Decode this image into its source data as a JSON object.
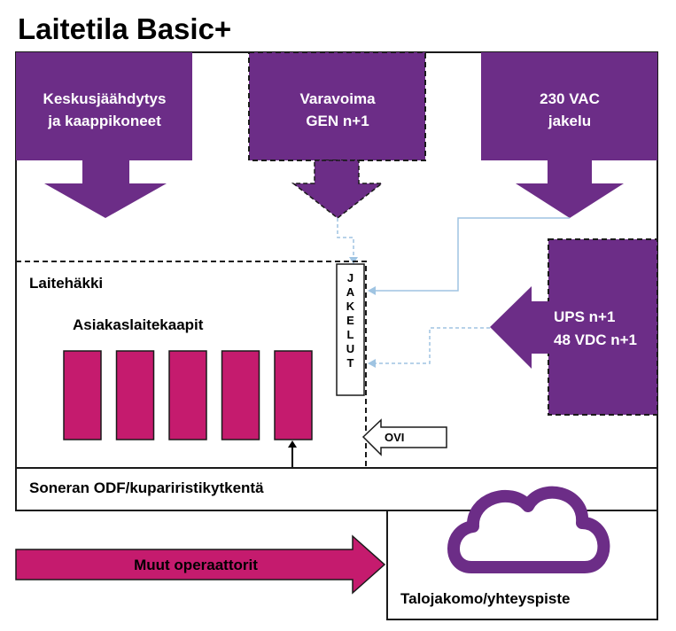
{
  "title": "Laitetila Basic+",
  "colors": {
    "purple": "#6c2d87",
    "magenta": "#c51b6e",
    "border": "#1a1a1a",
    "connector": "#9fc4e2",
    "cloud": "#6c2d87"
  },
  "top_boxes": {
    "cooling": {
      "line1": "Keskusjäähdytys",
      "line2": "ja kaappikoneet"
    },
    "backup_power": {
      "line1": "Varavoima",
      "line2": "GEN n+1"
    },
    "ac_distribution": {
      "line1": "230 VAC",
      "line2": "jakelu"
    }
  },
  "ups": {
    "line1": "UPS n+1",
    "line2": "48 VDC n+1"
  },
  "cage": {
    "label": "Laitehäkki",
    "racks_label": "Asiakaslaitekaapit",
    "rack_count": 5,
    "distribution_label": "JAKELUT",
    "door_label": "OVI"
  },
  "odf_label": "Soneran ODF/kupariristikytkentä",
  "building_point_label": "Talojakomo/yhteyspiste",
  "operators_label": "Muut operaattorit",
  "icons": {
    "cloud": "cloud-icon"
  }
}
